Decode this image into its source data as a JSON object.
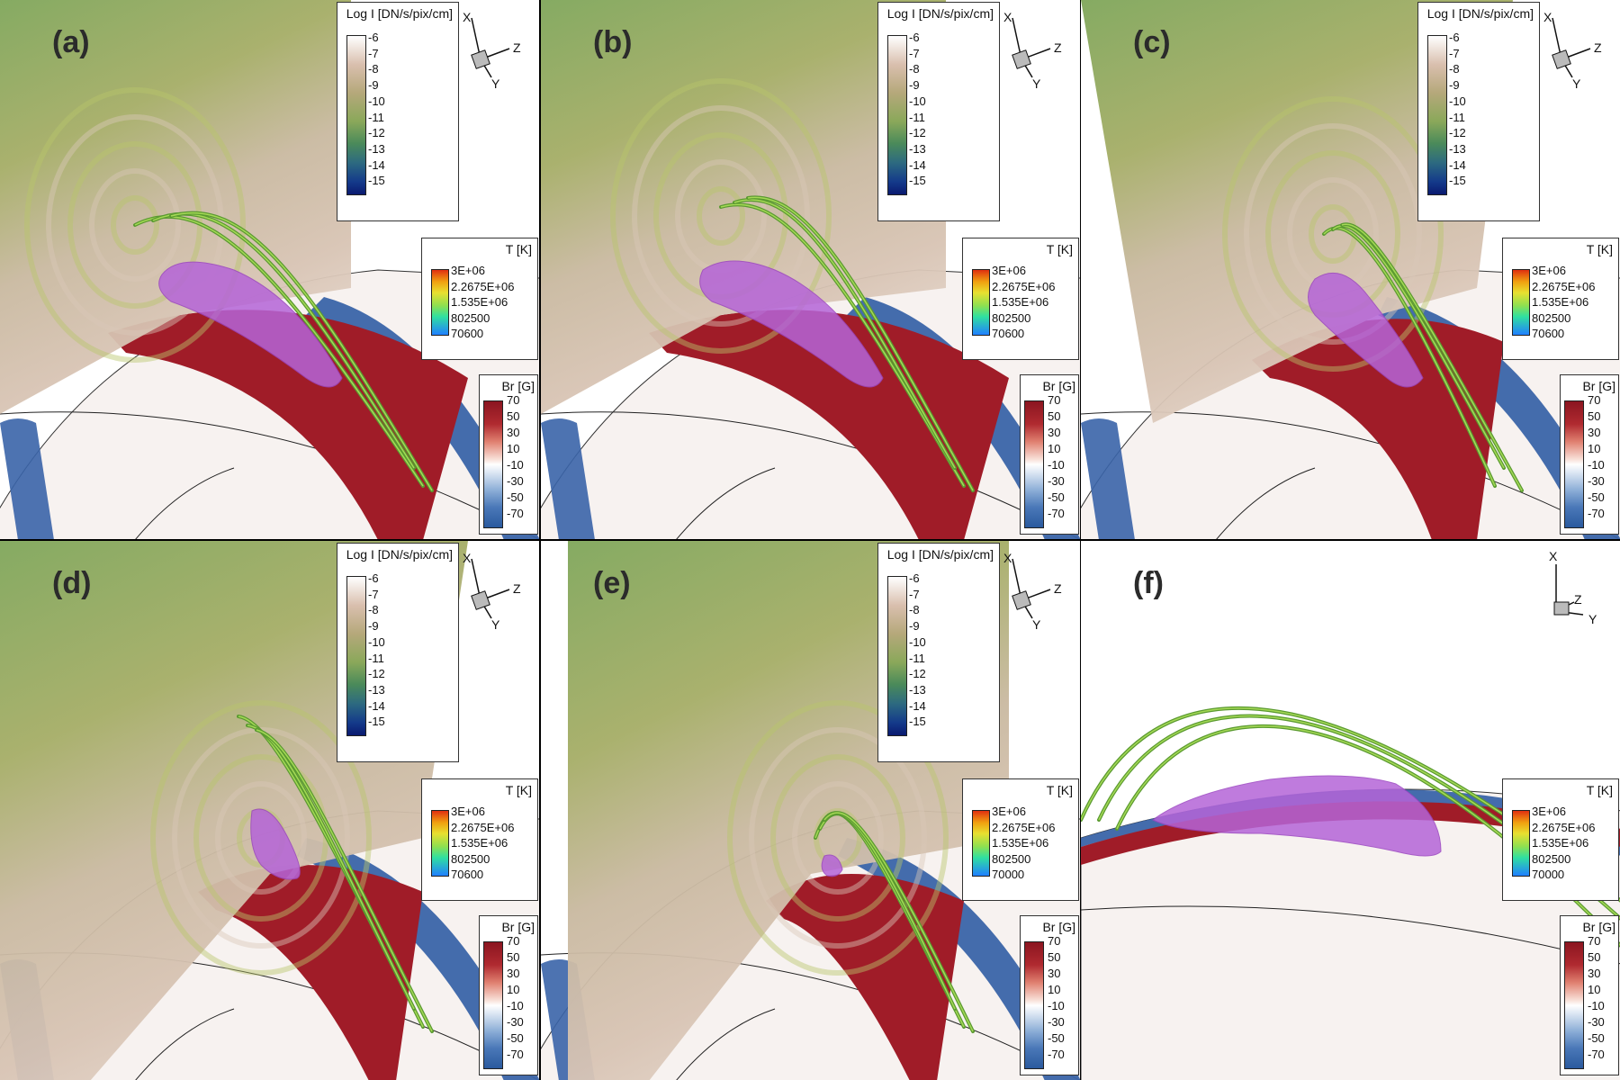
{
  "panels": [
    {
      "label": "(a)",
      "slice": true,
      "rope": true
    },
    {
      "label": "(b)",
      "slice": true,
      "rope": true
    },
    {
      "label": "(c)",
      "slice": true,
      "rope": true
    },
    {
      "label": "(d)",
      "slice": true,
      "rope": true
    },
    {
      "label": "(e)",
      "slice": true,
      "rope": true
    },
    {
      "label": "(f)",
      "slice": false,
      "rope": true
    }
  ],
  "legends": {
    "log_intensity": {
      "title": "Log I [DN/s/pix/cm]",
      "ticks": [
        "-6",
        "-7",
        "-8",
        "-9",
        "-10",
        "-11",
        "-12",
        "-13",
        "-14",
        "-15"
      ]
    },
    "temperature": {
      "title": "T [K]",
      "ticks_default": [
        "3E+06",
        "2.2675E+06",
        "1.535E+06",
        "802500",
        "70600"
      ],
      "ticks_alt": [
        "3E+06",
        "2.2675E+06",
        "1.535E+06",
        "802500",
        "70000"
      ]
    },
    "br": {
      "title": "Br [G]",
      "ticks": [
        "70",
        "50",
        "30",
        "10",
        "-10",
        "-30",
        "-50",
        "-70"
      ]
    }
  },
  "axes_labels": {
    "x": "X",
    "y": "Y",
    "z": "Z"
  },
  "colors": {
    "panel_bg": "#ffffff",
    "slice_green": "#8eab55",
    "slice_pink": "#d8c0b0",
    "band_red": "#a01c28",
    "band_blue": "#3a64a8",
    "rope_purple": "#b564d8",
    "fieldline_green": "#5a9a30"
  }
}
